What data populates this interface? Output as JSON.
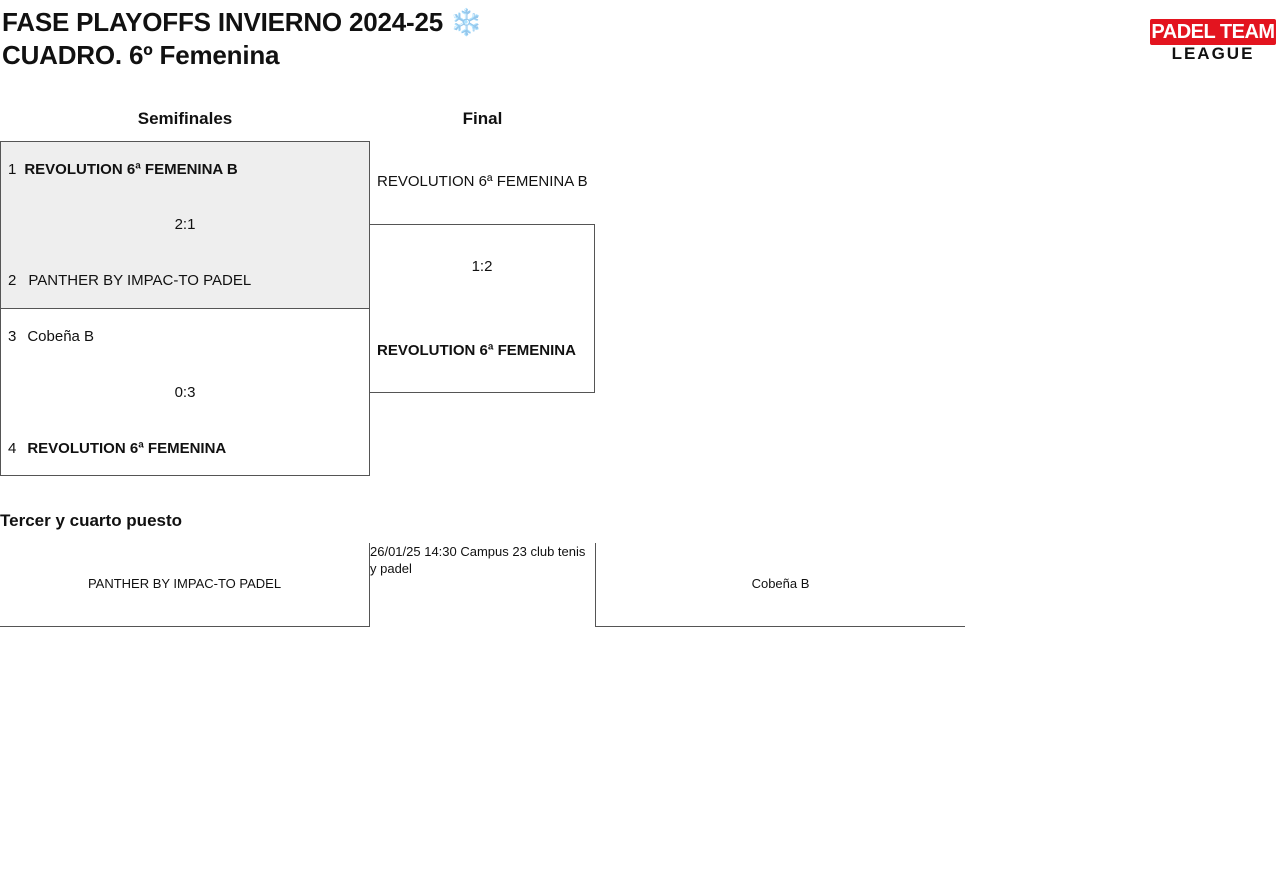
{
  "header": {
    "title_line1": "FASE PLAYOFFS INVIERNO 2024-25 ❄️",
    "title_line2": "CUADRO. 6º Femenina"
  },
  "logo": {
    "top_text": "PADEL TEAM",
    "bottom_text": "LEAGUE",
    "brand_color": "#e3141f"
  },
  "columns": {
    "semifinals": "Semifinales",
    "final": "Final"
  },
  "semifinals": [
    {
      "team_a": {
        "seed": "1",
        "name": "REVOLUTION 6ª FEMENINA B",
        "winner": true
      },
      "score": "2:1",
      "team_b": {
        "seed": "2",
        "name": "PANTHER BY IMPAC-TO PADEL",
        "winner": false
      },
      "highlighted": true
    },
    {
      "team_a": {
        "seed": "3",
        "name": "Cobeña B",
        "winner": false
      },
      "score": "0:3",
      "team_b": {
        "seed": "4",
        "name": "REVOLUTION 6ª FEMENINA",
        "winner": true
      },
      "highlighted": false
    }
  ],
  "final": {
    "team_top": "REVOLUTION 6ª FEMENINA B",
    "score": "1:2",
    "team_bottom": "REVOLUTION 6ª FEMENINA"
  },
  "third_place": {
    "heading": "Tercer y cuarto puesto",
    "team_left": "PANTHER BY IMPAC-TO PADEL",
    "info": "26/01/25 14:30 Campus 23 club tenis y padel",
    "team_right": "Cobeña B"
  },
  "colors": {
    "highlight_bg": "#eeeeee",
    "border": "#555555"
  }
}
